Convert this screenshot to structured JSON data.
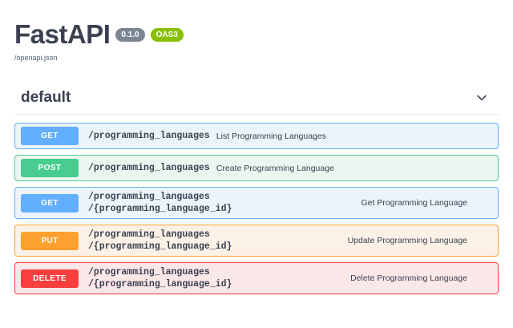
{
  "header": {
    "title": "FastAPI",
    "version_badge": "0.1.0",
    "spec_badge": "OAS3",
    "spec_link": "/openapi.json"
  },
  "tag_section": {
    "name": "default",
    "collapse_icon": "chevron-down-icon"
  },
  "operations": [
    {
      "method": "GET",
      "method_class": "op-get",
      "path_lines": [
        "/programming_languages"
      ],
      "summary": "List Programming Languages",
      "summary_align": "inline"
    },
    {
      "method": "POST",
      "method_class": "op-post",
      "path_lines": [
        "/programming_languages"
      ],
      "summary": "Create Programming Language",
      "summary_align": "inline"
    },
    {
      "method": "GET",
      "method_class": "op-get",
      "path_lines": [
        "/programming_languages",
        "/{programming_language_id}"
      ],
      "summary": "Get Programming Language",
      "summary_align": "right"
    },
    {
      "method": "PUT",
      "method_class": "op-put",
      "path_lines": [
        "/programming_languages",
        "/{programming_language_id}"
      ],
      "summary": "Update Programming Language",
      "summary_align": "right"
    },
    {
      "method": "DELETE",
      "method_class": "op-delete",
      "path_lines": [
        "/programming_languages",
        "/{programming_language_id}"
      ],
      "summary": "Delete Programming Language",
      "summary_align": "right"
    }
  ],
  "colors": {
    "get": "#61affe",
    "post": "#49cc90",
    "put": "#fca130",
    "delete": "#f93e3e",
    "version_badge": "#7d8492",
    "oas_badge": "#89bf04",
    "text": "#3b4151"
  }
}
